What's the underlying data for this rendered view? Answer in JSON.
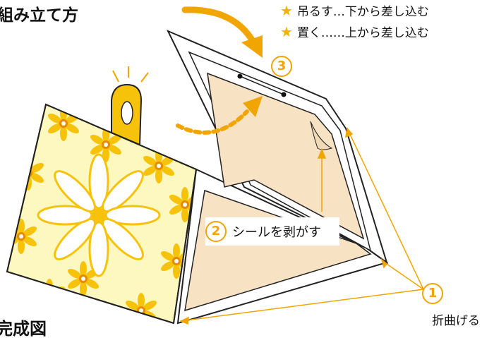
{
  "title": "組み立て方",
  "figure_label": "完成図",
  "notes": [
    "吊るす…下から差し込む",
    "置く……上から差し込む"
  ],
  "steps": {
    "step1": {
      "number": "1",
      "label": "折曲げる"
    },
    "step2": {
      "number": "2",
      "label": "シールを剥がす"
    },
    "step3": {
      "number": "3"
    }
  },
  "colors": {
    "accent": "#f0b400",
    "panel_yellow": "#fdf7c0",
    "inner_beige": "#f8e2c4",
    "outline": "#222222"
  },
  "icons": [
    "star-icon",
    "curved-arrow-icon",
    "dotted-arrow-icon",
    "flower-icon",
    "hang-tab-icon"
  ]
}
